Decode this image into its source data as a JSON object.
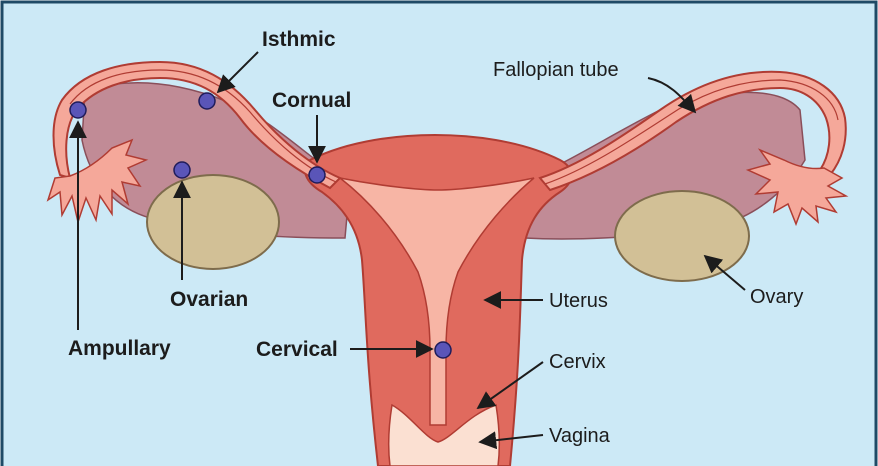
{
  "colors": {
    "background": "#cce9f6",
    "border": "#1f4a66",
    "uterus_outer": "#e06a5e",
    "uterus_outline": "#b03c33",
    "cavity": "#f7b5a5",
    "vagina": "#fbe0d2",
    "mesosalpinx": "#c18b96",
    "ovary": "#d2c096",
    "ovary_outline": "#7e6c4c",
    "tube": "#f5a89a",
    "ectopic_site": "#5a55b8",
    "text": "#1c1c1c"
  },
  "labels": {
    "isthmic": "Isthmic",
    "cornual": "Cornual",
    "ovarian": "Ovarian",
    "ampullary": "Ampullary",
    "cervical": "Cervical",
    "fallopian_tube": "Fallopian tube",
    "uterus": "Uterus",
    "cervix": "Cervix",
    "vagina": "Vagina",
    "ovary": "Ovary"
  },
  "icons": {
    "ectopic_site": "filled-circle",
    "pointer": "arrow"
  }
}
